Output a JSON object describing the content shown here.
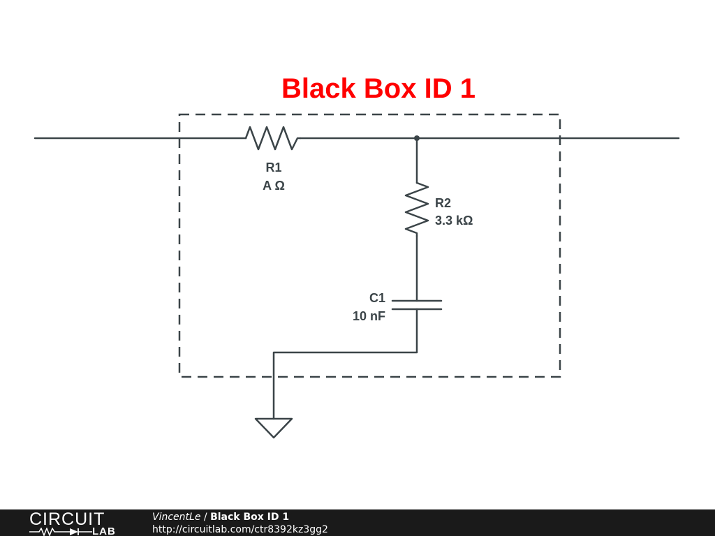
{
  "title": "Black Box ID 1",
  "components": {
    "r1": {
      "ref": "R1",
      "value": "A Ω"
    },
    "r2": {
      "ref": "R2",
      "value": "3.3 kΩ"
    },
    "c1": {
      "ref": "C1",
      "value": "10 nF"
    }
  },
  "footer": {
    "logo_top": "CIRCUIT",
    "logo_bottom": "LAB",
    "author": "VincentLe",
    "separator": " / ",
    "project": "Black Box ID 1",
    "url": "http://circuitlab.com/ctr8392kz3gg2"
  },
  "colors": {
    "title": "#ff0000",
    "wire": "#3b4448",
    "footer_bg": "#1a1a1a"
  }
}
